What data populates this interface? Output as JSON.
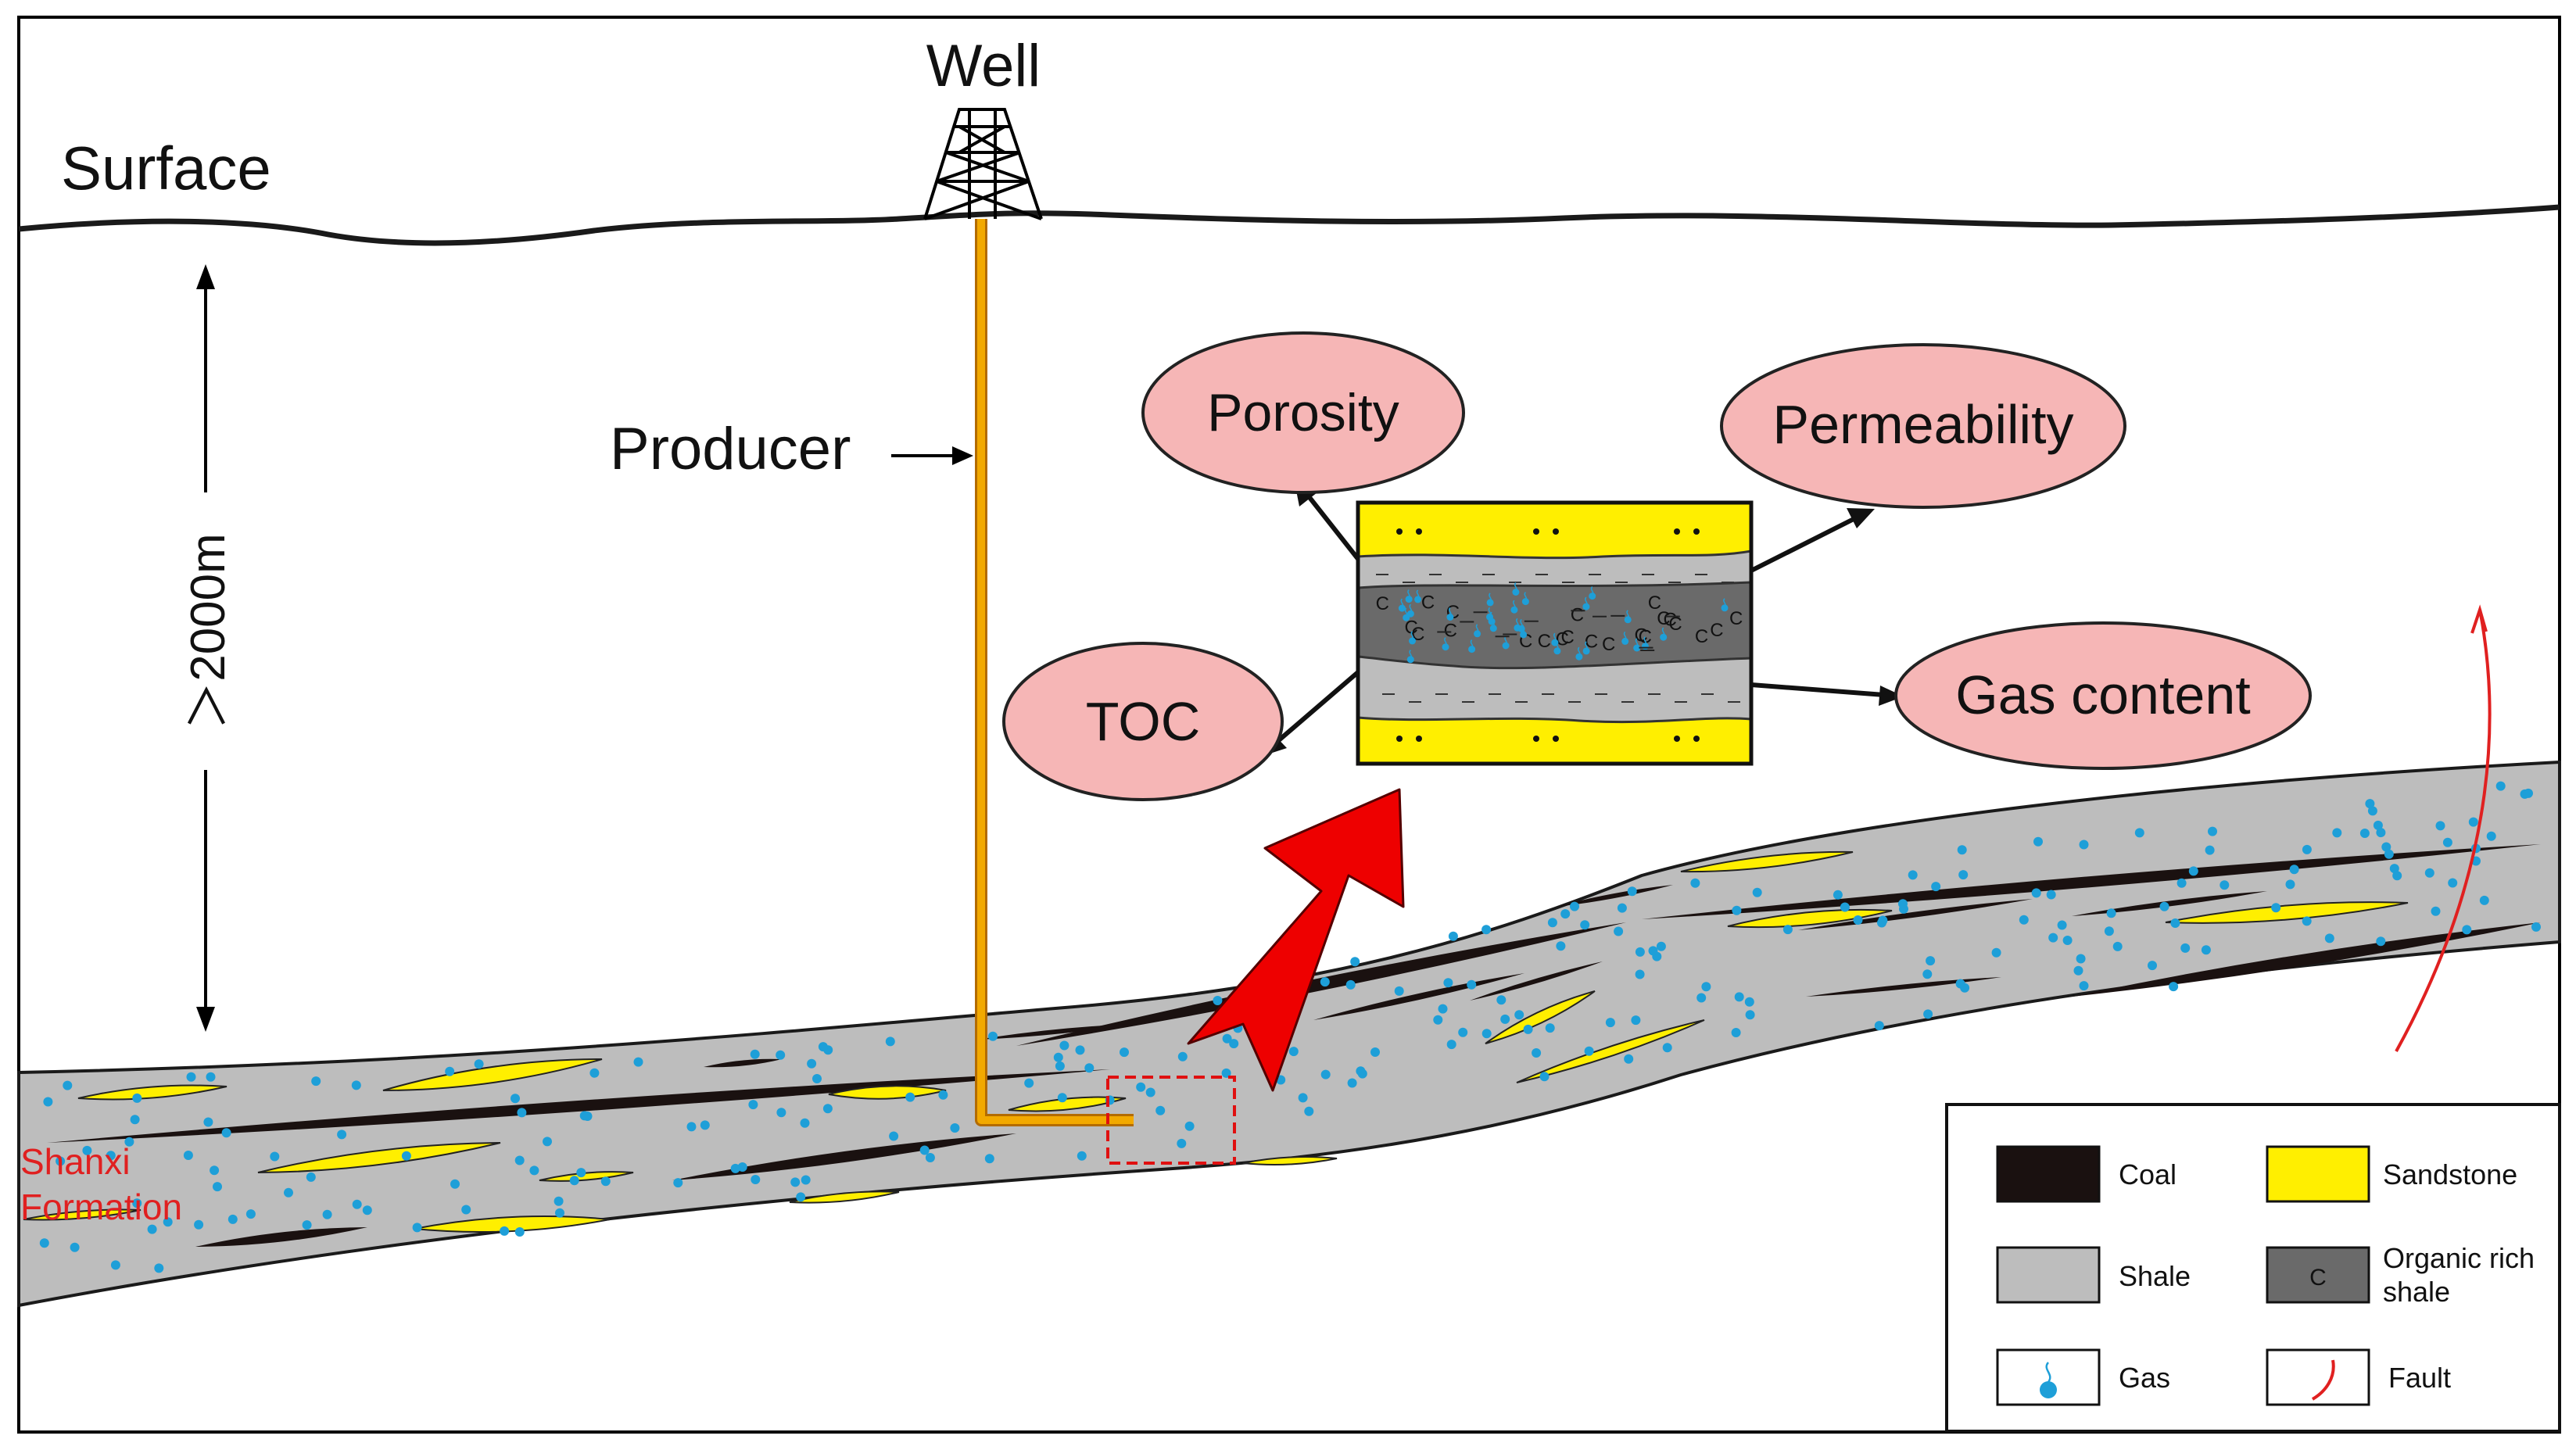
{
  "labels": {
    "well": "Well",
    "surface": "Surface",
    "producer": "Producer",
    "depth": "＞2000m",
    "formation_line1": "Shanxi",
    "formation_line2": "Formation"
  },
  "properties": {
    "porosity": "Porosity",
    "permeability": "Permeability",
    "toc": "TOC",
    "gas_content": "Gas content"
  },
  "legend": {
    "coal": "Coal",
    "sandstone": "Sandstone",
    "shale": "Shale",
    "organic_line1": "Organic rich",
    "organic_line2": "shale",
    "organic_symbol": "C",
    "gas": "Gas",
    "fault": "Fault"
  },
  "colors": {
    "coal": "#1a1110",
    "sandstone": "#ffef00",
    "shale": "#bdbdbd",
    "organic_shale": "#6a6a6a",
    "gas": "#1e9fd8",
    "fault": "#e02020",
    "property_bubble": "#f6b6b6",
    "well_pipe": "#f2a900",
    "arrow": "#ee0000"
  }
}
